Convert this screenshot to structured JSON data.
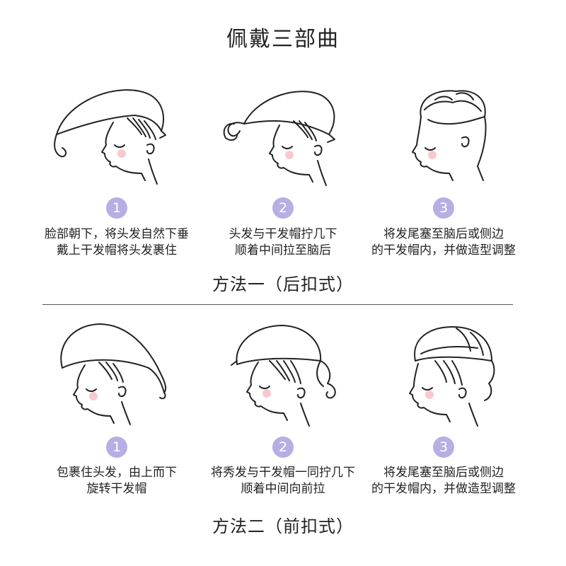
{
  "title": "佩戴三部曲",
  "section1": {
    "method": "方法一（后扣式）",
    "steps": [
      {
        "num": "1",
        "line1": "脸部朝下，将头发自然下垂",
        "line2": "戴上干发帽将头发裹住"
      },
      {
        "num": "2",
        "line1": "头发与干发帽拧几下",
        "line2": "顺着中间拉至脑后"
      },
      {
        "num": "3",
        "line1": "将发尾塞至脑后或侧边",
        "line2": "的干发帽内，并做造型调整"
      }
    ]
  },
  "section2": {
    "method": "方法二（前扣式）",
    "steps": [
      {
        "num": "1",
        "line1": "包裹住头发，由上而下",
        "line2": "旋转干发帽"
      },
      {
        "num": "2",
        "line1": "将秀发与干发帽一同拧几下",
        "line2": "顺着中间向前拉"
      },
      {
        "num": "3",
        "line1": "将发尾塞至脑后或侧边",
        "line2": "的干发帽内，并做造型调整"
      }
    ]
  },
  "colors": {
    "badge": "#b7aee3",
    "blush": "#f7c9cf",
    "line": "#222222"
  }
}
